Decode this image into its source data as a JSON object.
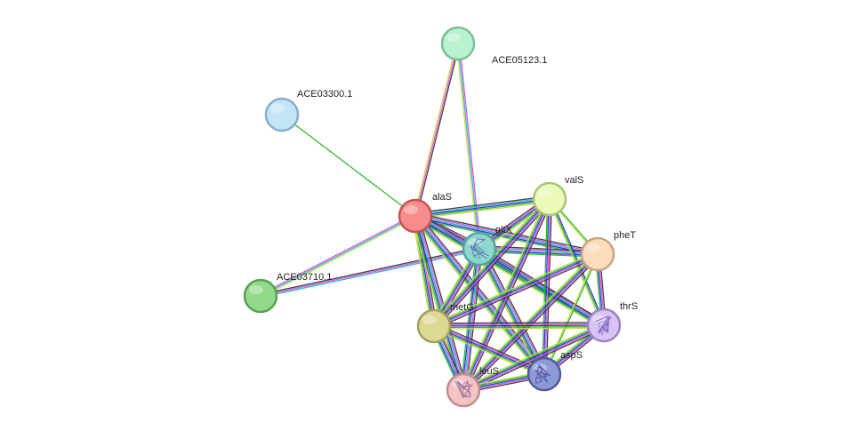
{
  "network": {
    "edge_colors": [
      "#3a3a3a",
      "#d94fd9",
      "#2eb4d6",
      "#2b2be0",
      "#22b822",
      "#c9d94a"
    ],
    "nodes": [
      {
        "id": "ACE05123",
        "label": "ACE05123.1",
        "color": "#b8f2d0",
        "stroke": "#7cbf96",
        "structure": false
      },
      {
        "id": "ACE03300",
        "label": "ACE03300.1",
        "color": "#c4e4f8",
        "stroke": "#86aecb",
        "structure": false
      },
      {
        "id": "alaS",
        "label": "alaS",
        "color": "#f88c8c",
        "stroke": "#c25454",
        "structure": false
      },
      {
        "id": "valS",
        "label": "valS",
        "color": "#e9fbb6",
        "stroke": "#a9c27a",
        "structure": false
      },
      {
        "id": "gltX",
        "label": "gltX",
        "color": "#8fd6cf",
        "stroke": "#54a39b",
        "structure": true
      },
      {
        "id": "pheT",
        "label": "pheT",
        "color": "#fbdcbb",
        "stroke": "#c9a47e",
        "structure": false
      },
      {
        "id": "ACE03710",
        "label": "ACE03710.1",
        "color": "#92d98a",
        "stroke": "#5a9f52",
        "structure": false
      },
      {
        "id": "metG",
        "label": "metG",
        "color": "#dcd992",
        "stroke": "#a3a05c",
        "structure": false
      },
      {
        "id": "thrS",
        "label": "thrS",
        "color": "#d8c4f4",
        "stroke": "#9a82c4",
        "structure": true
      },
      {
        "id": "aspS",
        "label": "aspS",
        "color": "#8c9ad6",
        "stroke": "#4f5c98",
        "structure": true
      },
      {
        "id": "leuS",
        "label": "leuS",
        "color": "#f4c4c4",
        "stroke": "#c08c8c",
        "structure": true
      }
    ],
    "edges": [
      {
        "source": "ACE03300",
        "target": "alaS",
        "types": [
          4
        ]
      },
      {
        "source": "ACE05123",
        "target": "alaS",
        "types": [
          0,
          1,
          5
        ]
      },
      {
        "source": "ACE05123",
        "target": "gltX",
        "types": [
          1,
          2,
          5
        ]
      },
      {
        "source": "ACE03710",
        "target": "alaS",
        "types": [
          1,
          2,
          5
        ]
      },
      {
        "source": "ACE03710",
        "target": "gltX",
        "types": [
          0,
          1,
          2
        ]
      },
      {
        "source": "alaS",
        "target": "gltX",
        "types": [
          0,
          1,
          2,
          3,
          4,
          5
        ]
      },
      {
        "source": "alaS",
        "target": "valS",
        "types": [
          0,
          2,
          3,
          4,
          5
        ]
      },
      {
        "source": "alaS",
        "target": "pheT",
        "types": [
          0,
          1,
          2,
          3,
          4
        ]
      },
      {
        "source": "alaS",
        "target": "metG",
        "types": [
          0,
          1,
          3,
          4,
          5
        ]
      },
      {
        "source": "alaS",
        "target": "thrS",
        "types": [
          0,
          1,
          2,
          3,
          4,
          5
        ]
      },
      {
        "source": "alaS",
        "target": "aspS",
        "types": [
          0,
          1,
          2,
          3,
          4,
          5
        ]
      },
      {
        "source": "alaS",
        "target": "leuS",
        "types": [
          0,
          1,
          2,
          3,
          4,
          5
        ]
      },
      {
        "source": "gltX",
        "target": "valS",
        "types": [
          0,
          1,
          3,
          4,
          5
        ]
      },
      {
        "source": "gltX",
        "target": "pheT",
        "types": [
          0,
          1,
          2,
          3,
          4
        ]
      },
      {
        "source": "gltX",
        "target": "metG",
        "types": [
          0,
          1,
          3,
          4,
          5
        ]
      },
      {
        "source": "gltX",
        "target": "thrS",
        "types": [
          0,
          1,
          2,
          3,
          4
        ]
      },
      {
        "source": "gltX",
        "target": "aspS",
        "types": [
          0,
          1,
          2,
          3,
          4,
          5
        ]
      },
      {
        "source": "gltX",
        "target": "leuS",
        "types": [
          0,
          1,
          2,
          3,
          4
        ]
      },
      {
        "source": "valS",
        "target": "pheT",
        "types": [
          4,
          5
        ]
      },
      {
        "source": "valS",
        "target": "metG",
        "types": [
          0,
          1,
          3,
          4,
          5
        ]
      },
      {
        "source": "valS",
        "target": "thrS",
        "types": [
          3,
          4,
          5
        ]
      },
      {
        "source": "valS",
        "target": "aspS",
        "types": [
          0,
          1,
          3,
          4
        ]
      },
      {
        "source": "valS",
        "target": "leuS",
        "types": [
          0,
          1,
          3,
          4,
          5
        ]
      },
      {
        "source": "pheT",
        "target": "metG",
        "types": [
          0,
          1,
          3,
          4,
          5
        ]
      },
      {
        "source": "pheT",
        "target": "thrS",
        "types": [
          0,
          1,
          3,
          4
        ]
      },
      {
        "source": "pheT",
        "target": "aspS",
        "types": [
          4,
          5
        ]
      },
      {
        "source": "pheT",
        "target": "leuS",
        "types": [
          0,
          1,
          3,
          4,
          5
        ]
      },
      {
        "source": "metG",
        "target": "thrS",
        "types": [
          0,
          1,
          3,
          4,
          5
        ]
      },
      {
        "source": "metG",
        "target": "aspS",
        "types": [
          0,
          1,
          3,
          4,
          5
        ]
      },
      {
        "source": "metG",
        "target": "leuS",
        "types": [
          0,
          1,
          2,
          3,
          4
        ]
      },
      {
        "source": "thrS",
        "target": "aspS",
        "types": [
          0,
          1,
          3,
          4,
          5
        ]
      },
      {
        "source": "thrS",
        "target": "leuS",
        "types": [
          0,
          1,
          3,
          4,
          5
        ]
      },
      {
        "source": "aspS",
        "target": "leuS",
        "types": [
          0,
          1,
          3,
          4,
          5
        ]
      }
    ]
  }
}
